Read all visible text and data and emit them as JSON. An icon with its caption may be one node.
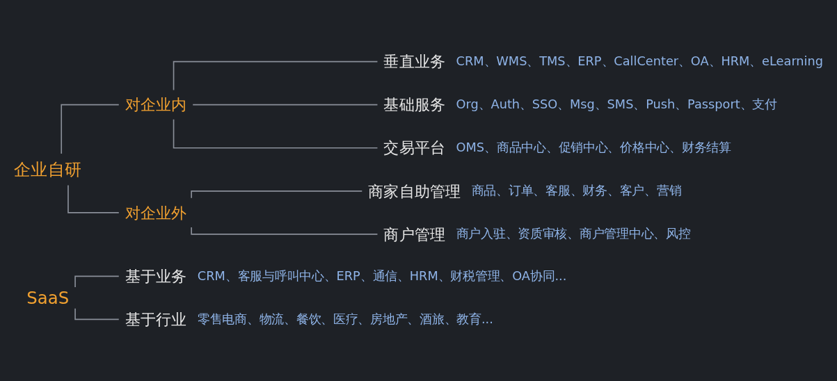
{
  "diagram": {
    "nodes": [
      {
        "text": [
          "企业自研"
        ]
      },
      {
        "text": [
          "对企业内"
        ]
      },
      {
        "text": [
          "垂直业务"
        ],
        "beside": [
          "CRM、WMS、TMS、ERP、CallCenter、OA、HRM、eLearning"
        ]
      },
      {
        "text": [
          "基础服务"
        ],
        "beside": [
          "Org、Auth、SSO、Msg、SMS、Push、Passport、支付"
        ]
      },
      {
        "text": [
          "交易平台"
        ],
        "beside": [
          "OMS、商品中心、促销中心、价格中心、财务结算"
        ]
      },
      {
        "text": [
          "对企业外"
        ]
      },
      {
        "text": [
          "商家自助管理"
        ],
        "beside": [
          "商品、订单、客服、财务、客户、营销"
        ]
      },
      {
        "text": [
          "商户管理"
        ],
        "beside": [
          "商户入驻、资质审核、商户管理中心、风控"
        ]
      },
      {
        "text": [
          "SaaS"
        ]
      },
      {
        "text": [
          "基于业务"
        ],
        "beside": [
          "CRM、客服与呼叫中心、ERP、通信、HRM、财税管理、OA协同..."
        ]
      },
      {
        "text": [
          "基于行业"
        ],
        "beside": [
          "零售电商、物流、餐饮、医疗、房地产、酒旅、教育..."
        ]
      }
    ],
    "edges": [
      {
        "from": 0,
        "to": 1,
        "arrow": "none"
      },
      {
        "from": 1,
        "to": 2,
        "arrow": "none"
      },
      {
        "from": 1,
        "to": 3,
        "arrow": "none"
      },
      {
        "from": 1,
        "to": 4,
        "arrow": "none"
      },
      {
        "from": 0,
        "to": 5,
        "arrow": "none"
      },
      {
        "from": 5,
        "to": 6,
        "arrow": "none"
      },
      {
        "from": 5,
        "to": 7,
        "arrow": "none"
      },
      {
        "from": 8,
        "to": 9,
        "arrow": "none"
      },
      {
        "from": 8,
        "to": 10,
        "arrow": "none"
      }
    ]
  }
}
